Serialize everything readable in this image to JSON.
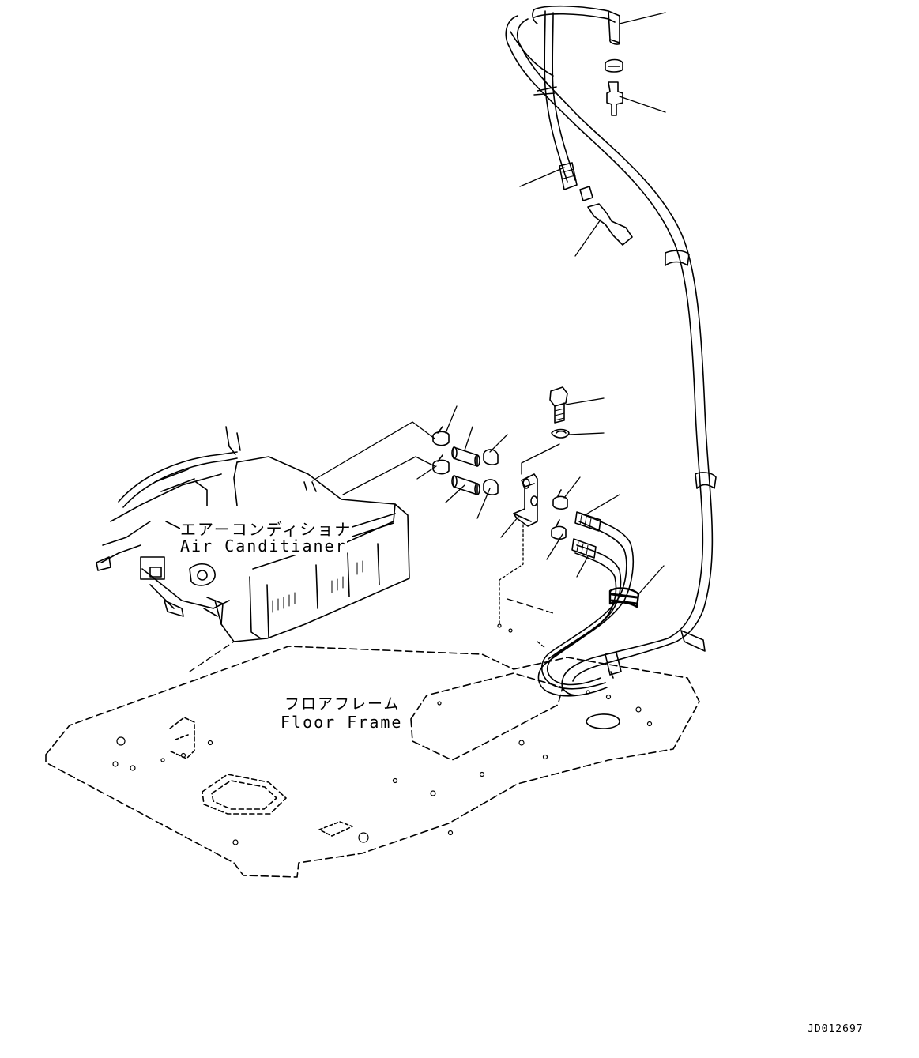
{
  "labels": {
    "air_conditioner_jp": "エアーコンディショナ",
    "air_conditioner_en": "Air Canditianer",
    "floor_frame_jp": "フロアフレーム",
    "floor_frame_en": "Floor Frame",
    "drawing_number": "JD012697"
  },
  "parts": [
    "hose-upper-end",
    "hose-clamp-upper",
    "elbow-fitting-upper",
    "hose-left-end",
    "elbow-fitting-left",
    "bolt",
    "washer",
    "hose-clamp-1",
    "hose-sleeve-1",
    "hose-clamp-2",
    "hose-clamp-3",
    "hose-sleeve-2",
    "hose-clamp-4",
    "bracket",
    "hose-clamp-5",
    "hose-clamp-6",
    "pipe-upper",
    "pipe-lower",
    "grommet"
  ]
}
